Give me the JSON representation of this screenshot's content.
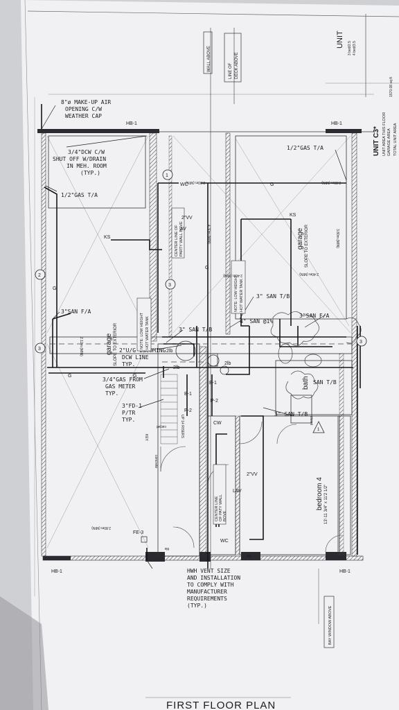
{
  "sheet": {
    "title": "FIRST FLOOR PLAN",
    "unit_header": "UNIT",
    "unit_header_sub_1": "3 bed/2.5",
    "unit_header_sub_2": "4 bed/3.5",
    "unit_name": "UNIT C3*",
    "unit_area_line_1": "UNIT AREA THIS FLOOR",
    "unit_area_line_2": "GARAGE AREA",
    "unit_area_line_3": "TOTAL UNIT AREA",
    "unit_area_value": "1570.08 sq ft"
  },
  "notes": {
    "makeup_air_1": "8\"ø MAKE-UP AIR",
    "makeup_air_2": "OPENING C/W",
    "makeup_air_3": "WEATHER CAP",
    "dcw_1": "3/4\"DCW C/W",
    "dcw_2": "SHUT OFF W/DRAIN",
    "dcw_3": "IN MEH. ROOM",
    "dcw_4": "(TYP.)",
    "gas_left": "1/2\"GAS T/A",
    "gas_right": "1/2\"GAS T/A",
    "san_fa": "3\"SAN F/A",
    "san_tb_1": "3\" SAN T/B",
    "san_tb_2": "3\" SAN T/B",
    "san_fa_2": "3\"SAN F/A",
    "san_1pct": "4\" SAN @1%",
    "san_tb_3": "3\" SAN T/B",
    "san_tb_4": "SAN T/B",
    "ug_1": "2\"U/G INCOMING",
    "ug_2": "DCW LINE",
    "ug_3": "TYP.",
    "gas_meter_1": "3/4\"GAS FROM",
    "gas_meter_2": "GAS METER",
    "gas_meter_3": "TYP.",
    "fd_1": "3\"FD-1",
    "fd_2": "P/TR",
    "fd_3": "TYP.",
    "hwh_1": "HWH VENT SIZE",
    "hwh_2": "AND INSTALLATION",
    "hwh_3": "TO COMPLY WITH",
    "hwh_4": "MANUFACTURER",
    "hwh_5": "REQUIREMENTS",
    "hwh_6": "(TYP.)",
    "wall_above": "WALL ABOVE",
    "deck_above_1": "LINE OF",
    "deck_above_2": "DECK ABOVE",
    "bay_window": "BAY WINDOW ABOVE",
    "center_line_1": "CENTER LINE OF",
    "center_line_2": "PARTY WALL BOVE",
    "center_line_3": "CENTER LINE",
    "center_line_4": "OF PATY WALL",
    "center_line_5": "BOVE",
    "low_height_1": "NOTE: LOW HEIGHT",
    "low_height_2": "HOT WATER TANK",
    "low_height_3": "NOTE: LOW HEIGHT",
    "low_height_4": "HOT WATER TANK"
  },
  "tags": {
    "hb1": "HB-1",
    "wc": "WC",
    "ks": "KS",
    "g": "G",
    "av": "AV",
    "two_inch_vv": "2\"VV",
    "cw": "CW",
    "lav": "LAV",
    "fe3": "FE-3",
    "b1": "B-1",
    "p2": "P-2",
    "two_lb": "2lb",
    "grid_1": "1",
    "grid_2": "2",
    "grid_3": "3",
    "grid_3b": "3",
    "triangle": "1"
  },
  "dims": {
    "min_280": "2.80m (MIN)",
    "min_240": "2.40m (MIN)",
    "min_380": "3.80m (MIN)",
    "min_430": "4.30m (MIN)",
    "min_212": "2.12m (MIN)",
    "tile": "tile",
    "concrete": "concrete",
    "carpet": "carpet",
    "closet": "closet",
    "up_14": "UP 14 RISERS",
    "key": "KEY"
  },
  "rooms": {
    "garage_right": "garage",
    "garage_right_sub": "SLOPE TO EXTERIOR",
    "garage_left": "garage",
    "garage_left_sub": "SLOPE TO EXTERIOR",
    "bath": "bath",
    "bedroom": "bedroom 4",
    "bedroom_dim": "13'-11 3/4\" x 11'2 1/2\""
  }
}
